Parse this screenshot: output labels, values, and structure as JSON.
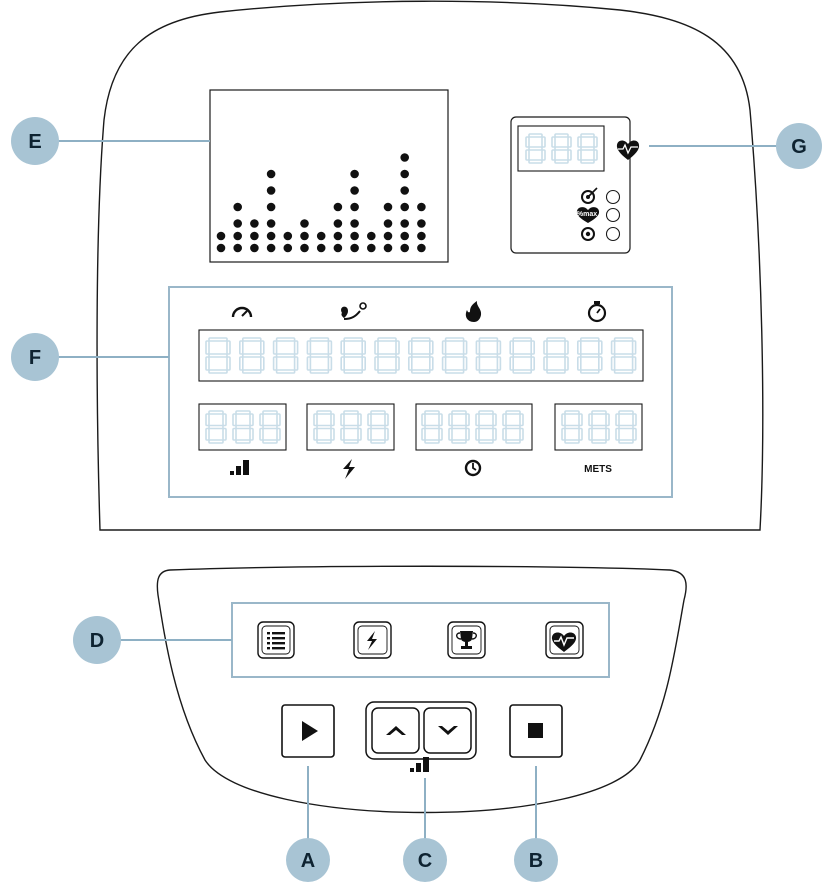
{
  "callouts": {
    "a": "A",
    "b": "B",
    "c": "C",
    "d": "D",
    "e": "E",
    "f": "F",
    "g": "G"
  },
  "bar_matrix": {
    "column_heights": [
      1,
      3,
      2,
      5,
      1,
      2,
      1,
      3,
      5,
      1,
      3,
      6,
      3
    ]
  },
  "digit_displays": {
    "heart_rate_digits": 3,
    "main_readout_digits": 13,
    "small_readouts": [
      3,
      3,
      4,
      3
    ]
  },
  "top_icons": [
    "speedometer-icon",
    "distance-route-icon",
    "flame-icon",
    "stopwatch-icon"
  ],
  "bottom_labels": {
    "level_icon": "level-bars-icon",
    "power_icon": "lightning-icon",
    "time_icon": "clock-icon",
    "mets": "METS"
  },
  "hr_modes": {
    "target_icon": "target-arrow-icon",
    "percent_max": "%max",
    "zone_icon": "zone-target-icon"
  },
  "program_buttons": [
    "list-icon",
    "lightning-icon",
    "trophy-icon",
    "heart-rate-icon"
  ],
  "control_buttons": {
    "start": "play-icon",
    "up": "chevron-up-icon",
    "down": "chevron-down-icon",
    "stop": "stop-icon"
  },
  "colors": {
    "callout_fill": "#a8c4d4",
    "callout_line": "#8eb0c4",
    "panel_stroke": "#9ab7c9",
    "ghost_segment": "#c9dde8",
    "ink": "#111111"
  }
}
